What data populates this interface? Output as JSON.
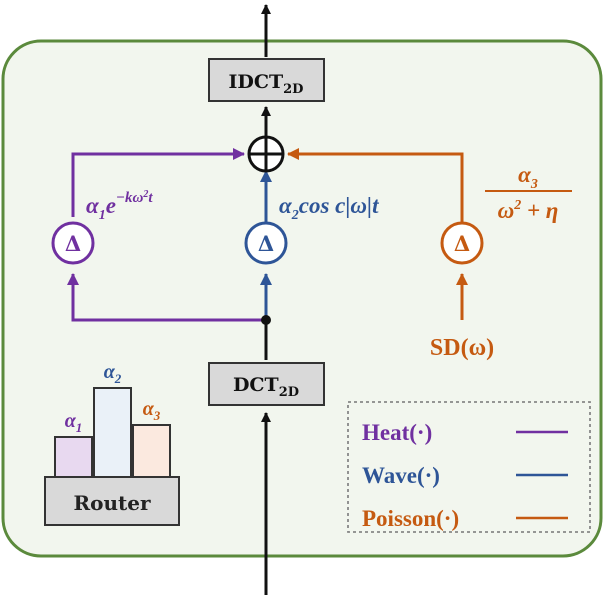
{
  "colors": {
    "panel_fill": "#f2f6ee",
    "panel_border": "#5b8a3c",
    "heat": "#7030a0",
    "wave": "#2e5597",
    "poisson": "#c55a11",
    "box_fill": "#d9d9d9",
    "dark": "#111111"
  },
  "blocks": {
    "idct": {
      "main": "IDCT",
      "sub": "2D"
    },
    "dct": {
      "main": "DCT",
      "sub": "2D"
    }
  },
  "heat": {
    "coef": "α",
    "coef_sub": "1",
    "expr_base": "e",
    "exp_a": "−kω",
    "exp_sq": "2",
    "exp_b": "t",
    "operator": "Δ"
  },
  "wave": {
    "coef": "α",
    "coef_sub": "2",
    "expr": "cos c|ω|t",
    "operator": "Δ"
  },
  "poisson": {
    "num": "α",
    "num_sub": "3",
    "den_a": "ω",
    "den_sq": "2",
    "den_b": " + η",
    "operator": "Δ",
    "source": "SD(ω)"
  },
  "sum_symbol": "⊕",
  "router": {
    "label": "Router",
    "bars": [
      {
        "coef": "α",
        "sub": "1",
        "level": 0.45,
        "fill": "#e8d9f0",
        "text_color": "#7030a0"
      },
      {
        "coef": "α",
        "sub": "2",
        "level": 1.0,
        "fill": "#eaf1f8",
        "text_color": "#2e5597"
      },
      {
        "coef": "α",
        "sub": "3",
        "level": 0.58,
        "fill": "#fbe9df",
        "text_color": "#c55a11"
      }
    ]
  },
  "legend": [
    {
      "name": "Heat(·)",
      "color": "#7030a0"
    },
    {
      "name": "Wave(·)",
      "color": "#2e5597"
    },
    {
      "name": "Poisson(·)",
      "color": "#c55a11"
    }
  ]
}
